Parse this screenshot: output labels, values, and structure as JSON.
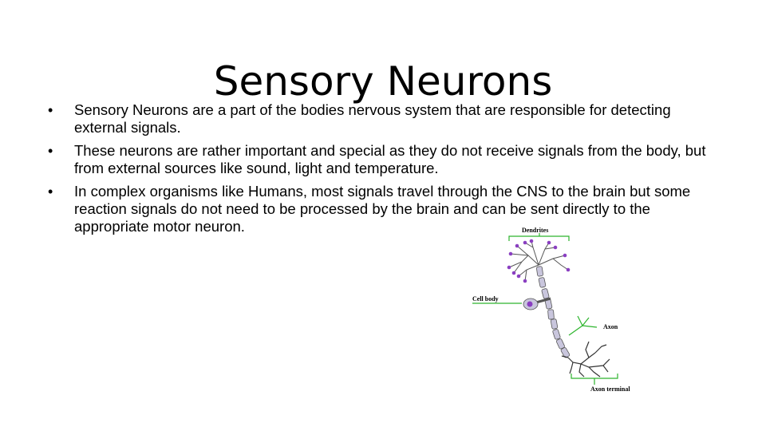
{
  "slide": {
    "title": "Sensory Neurons",
    "bullets": [
      "Sensory Neurons are a part of the bodies nervous system that are responsible for detecting external signals.",
      "These neurons are rather important and special as they do not receive signals from the body, but from external sources like sound, light and temperature.",
      "In complex organisms like Humans, most signals travel through the CNS to the brain but some reaction signals do not need to be processed by the brain and can be sent directly to the appropriate motor neuron."
    ]
  },
  "diagram": {
    "labels": {
      "dendrites": "Dendrites",
      "cell_body": "Cell body",
      "axon": "Axon",
      "axon_terminal": "Axon terminal"
    },
    "colors": {
      "leader_line": "#2db52d",
      "neuron_fill": "#c9c6dd",
      "neuron_outline": "#555555",
      "dendrite_tip": "#8a3fc1"
    }
  }
}
